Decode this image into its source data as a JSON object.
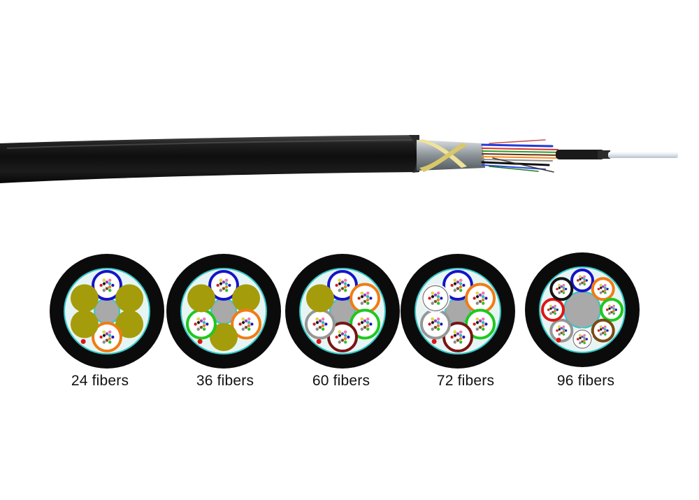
{
  "illustration": {
    "cable_icon": "stripped-fiber-optic-cable",
    "jacket_color": "#141414",
    "yarn_color": "#e8d98a",
    "core_color": "#e6ecef"
  },
  "cross_sections": [
    {
      "label": "24 fibers",
      "core_count": 6,
      "units": [
        {
          "ring": "#1414c8",
          "filler": false
        },
        {
          "ring": "#a59c0b",
          "filler": true
        },
        {
          "ring": "#a59c0b",
          "filler": true
        },
        {
          "ring": "#f07c14",
          "filler": false
        },
        {
          "ring": "#a59c0b",
          "filler": true
        },
        {
          "ring": "#a59c0b",
          "filler": true
        }
      ]
    },
    {
      "label": "36 fibers",
      "core_count": 6,
      "units": [
        {
          "ring": "#1414c8",
          "filler": false
        },
        {
          "ring": "#a59c0b",
          "filler": true
        },
        {
          "ring": "#f07c14",
          "filler": false
        },
        {
          "ring": "#a59c0b",
          "filler": true
        },
        {
          "ring": "#1ec81e",
          "filler": false
        },
        {
          "ring": "#a59c0b",
          "filler": true
        }
      ]
    },
    {
      "label": "60 fibers",
      "core_count": 6,
      "units": [
        {
          "ring": "#1414c8",
          "filler": false
        },
        {
          "ring": "#f07c14",
          "filler": false
        },
        {
          "ring": "#1ec81e",
          "filler": false
        },
        {
          "ring": "#7a1414",
          "filler": false
        },
        {
          "ring": "#969696",
          "filler": false
        },
        {
          "ring": "#a59c0b",
          "filler": true
        }
      ]
    },
    {
      "label": "72 fibers",
      "core_count": 6,
      "units": [
        {
          "ring": "#1414c8",
          "filler": false
        },
        {
          "ring": "#f07c14",
          "filler": false
        },
        {
          "ring": "#1ec81e",
          "filler": false
        },
        {
          "ring": "#7a1414",
          "filler": false
        },
        {
          "ring": "#969696",
          "filler": false
        },
        {
          "ring": "#f4f4f4",
          "filler": false
        }
      ]
    },
    {
      "label": "96 fibers",
      "core_count": 8,
      "units": [
        {
          "ring": "#1414c8",
          "filler": false
        },
        {
          "ring": "#f07c14",
          "filler": false
        },
        {
          "ring": "#1ec81e",
          "filler": false
        },
        {
          "ring": "#7a4a14",
          "filler": false
        },
        {
          "ring": "#f4f4f4",
          "filler": false
        },
        {
          "ring": "#969696",
          "filler": false
        },
        {
          "ring": "#e01414",
          "filler": false
        },
        {
          "ring": "#141414",
          "filler": false
        }
      ]
    }
  ]
}
